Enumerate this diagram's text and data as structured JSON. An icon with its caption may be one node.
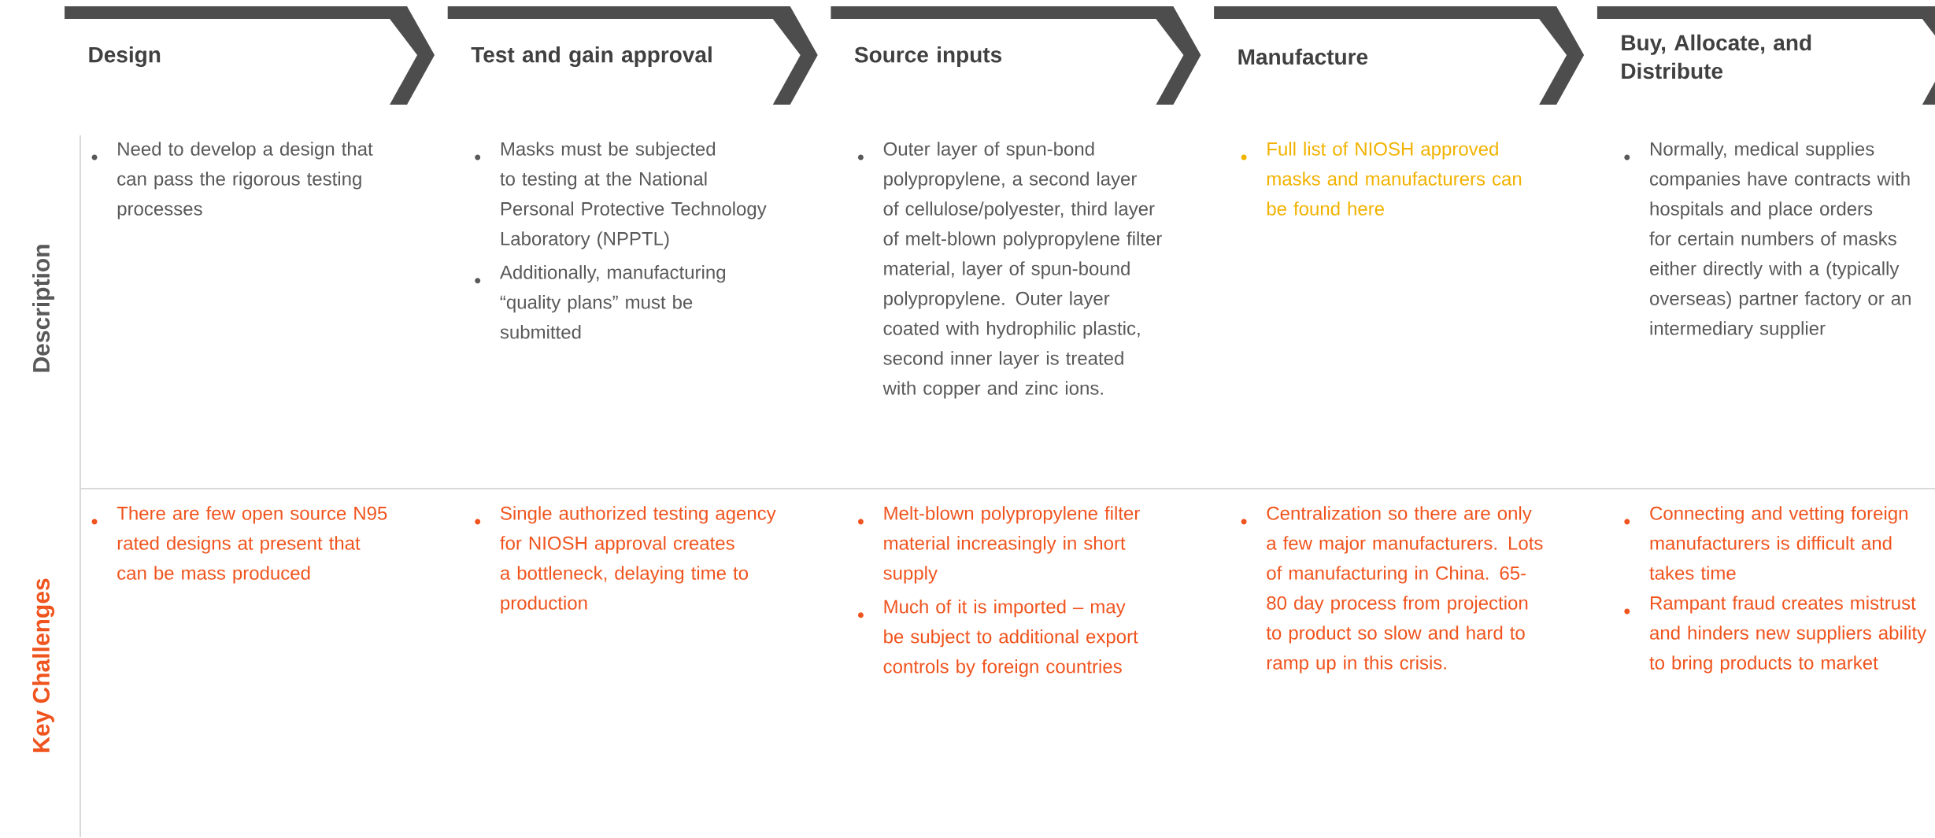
{
  "diagram": {
    "nodes": [
      {
        "text": [
          "Design"
        ]
      },
      {
        "text": [
          "Test and gain approval"
        ]
      },
      {
        "text": [
          "Source inputs"
        ]
      },
      {
        "text": [
          "Manufacture"
        ]
      },
      {
        "text": [
          "Buy, Allocate, and Distribute"
        ]
      }
    ],
    "labels": [
      "Description",
      "Need to develop a design that can pass the rigorous testing processes",
      "Masks must be subjected to testing at the National Personal Protective Technology Laboratory (NPPTL)",
      "Additionally, manufacturing “quality plans” must be submitted",
      "Outer layer of spun-bond polypropylene, a second layer of cellulose/polyester, third layer of melt-blown polypropylene filter material, layer of spun-bound polypropylene. Outer layer coated with hydrophilic plastic, second inner layer is treated with copper and zinc ions.",
      "Full list of NIOSH approved masks and manufacturers can be found here",
      "Normally, medical supplies companies have contracts with hospitals and place orders for certain numbers of masks either directly with a (typically overseas) partner factory or an intermediary supplier",
      "Key Challenges",
      "There are few open source N95 rated designs at present that can be mass produced",
      "Single authorized testing agency for NIOSH approval creates a bottleneck, delaying time to production",
      "Melt-blown polypropylene filter material increasingly in short supply",
      "Much of it is imported – may be subject to additional export controls by foreign countries",
      "Centralization so there are only a few major manufacturers. Lots of manufacturing in China. 65-80 day process from projection to product so slow and hard to ramp up in this crisis.",
      "Connecting and vetting foreign manufacturers is difficult and takes time",
      "Rampant fraud creates mistrust and hinders new suppliers ability to bring products to market"
    ]
  }
}
